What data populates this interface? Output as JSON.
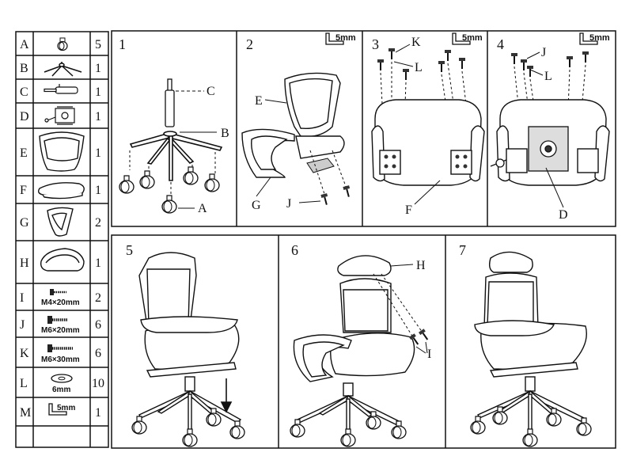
{
  "parts": [
    {
      "letter": "A",
      "qty": "5",
      "icon": "caster-wheel-icon"
    },
    {
      "letter": "B",
      "qty": "1",
      "icon": "star-base-icon"
    },
    {
      "letter": "C",
      "qty": "1",
      "icon": "gas-lift-icon"
    },
    {
      "letter": "D",
      "qty": "1",
      "icon": "tilt-mechanism-icon"
    },
    {
      "letter": "E",
      "qty": "1",
      "icon": "backrest-icon"
    },
    {
      "letter": "F",
      "qty": "1",
      "icon": "seat-cushion-icon"
    },
    {
      "letter": "G",
      "qty": "2",
      "icon": "armrest-icon"
    },
    {
      "letter": "H",
      "qty": "1",
      "icon": "headrest-icon"
    },
    {
      "letter": "I",
      "qty": "2",
      "icon": "screw-icon",
      "caption": "M4×20mm"
    },
    {
      "letter": "J",
      "qty": "6",
      "icon": "bolt-icon",
      "caption": "M6×20mm"
    },
    {
      "letter": "K",
      "qty": "6",
      "icon": "bolt-icon",
      "caption": "M6×30mm"
    },
    {
      "letter": "L",
      "qty": "10",
      "icon": "washer-icon",
      "caption": "6mm"
    },
    {
      "letter": "M",
      "qty": "1",
      "icon": "allen-key-icon",
      "caption": "5mm"
    }
  ],
  "steps": [
    {
      "number": "1",
      "labels": {
        "C": "C",
        "B": "B",
        "A": "A"
      }
    },
    {
      "number": "2",
      "tool": "5mm",
      "labels": {
        "E": "E",
        "G": "G",
        "J": "J"
      }
    },
    {
      "number": "3",
      "tool": "5mm",
      "labels": {
        "K": "K",
        "L": "L",
        "F": "F"
      }
    },
    {
      "number": "4",
      "tool": "5mm",
      "labels": {
        "J": "J",
        "L": "L",
        "D": "D"
      }
    },
    {
      "number": "5"
    },
    {
      "number": "6",
      "labels": {
        "H": "H",
        "I": "I"
      }
    },
    {
      "number": "7"
    }
  ]
}
